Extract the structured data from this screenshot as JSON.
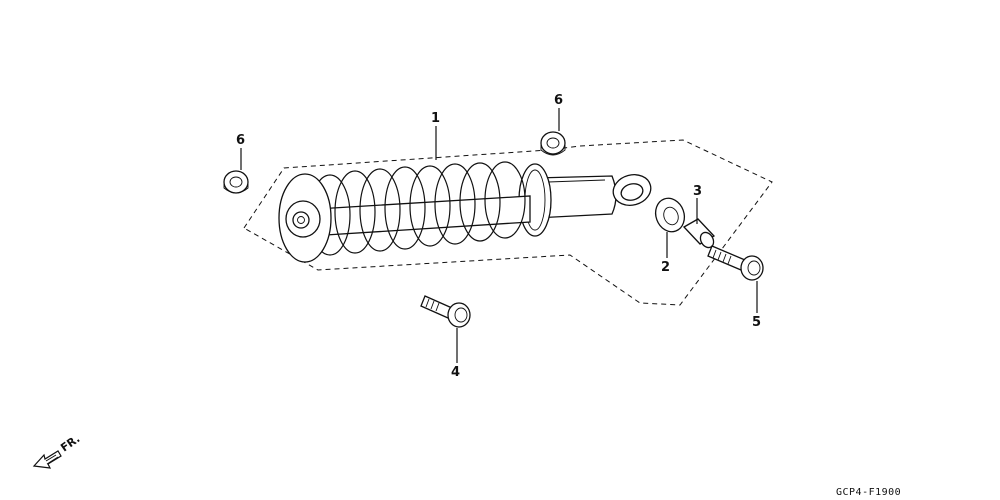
{
  "callouts": [
    {
      "id": "1",
      "label": "1"
    },
    {
      "id": "2",
      "label": "2"
    },
    {
      "id": "3",
      "label": "3"
    },
    {
      "id": "4",
      "label": "4"
    },
    {
      "id": "5",
      "label": "5"
    },
    {
      "id": "6a",
      "label": "6"
    },
    {
      "id": "6b",
      "label": "6"
    }
  ],
  "direction_label": "FR.",
  "diagram_code": "GCP4-F1900",
  "icons": {
    "front_arrow": "arrow-down-left-icon"
  }
}
